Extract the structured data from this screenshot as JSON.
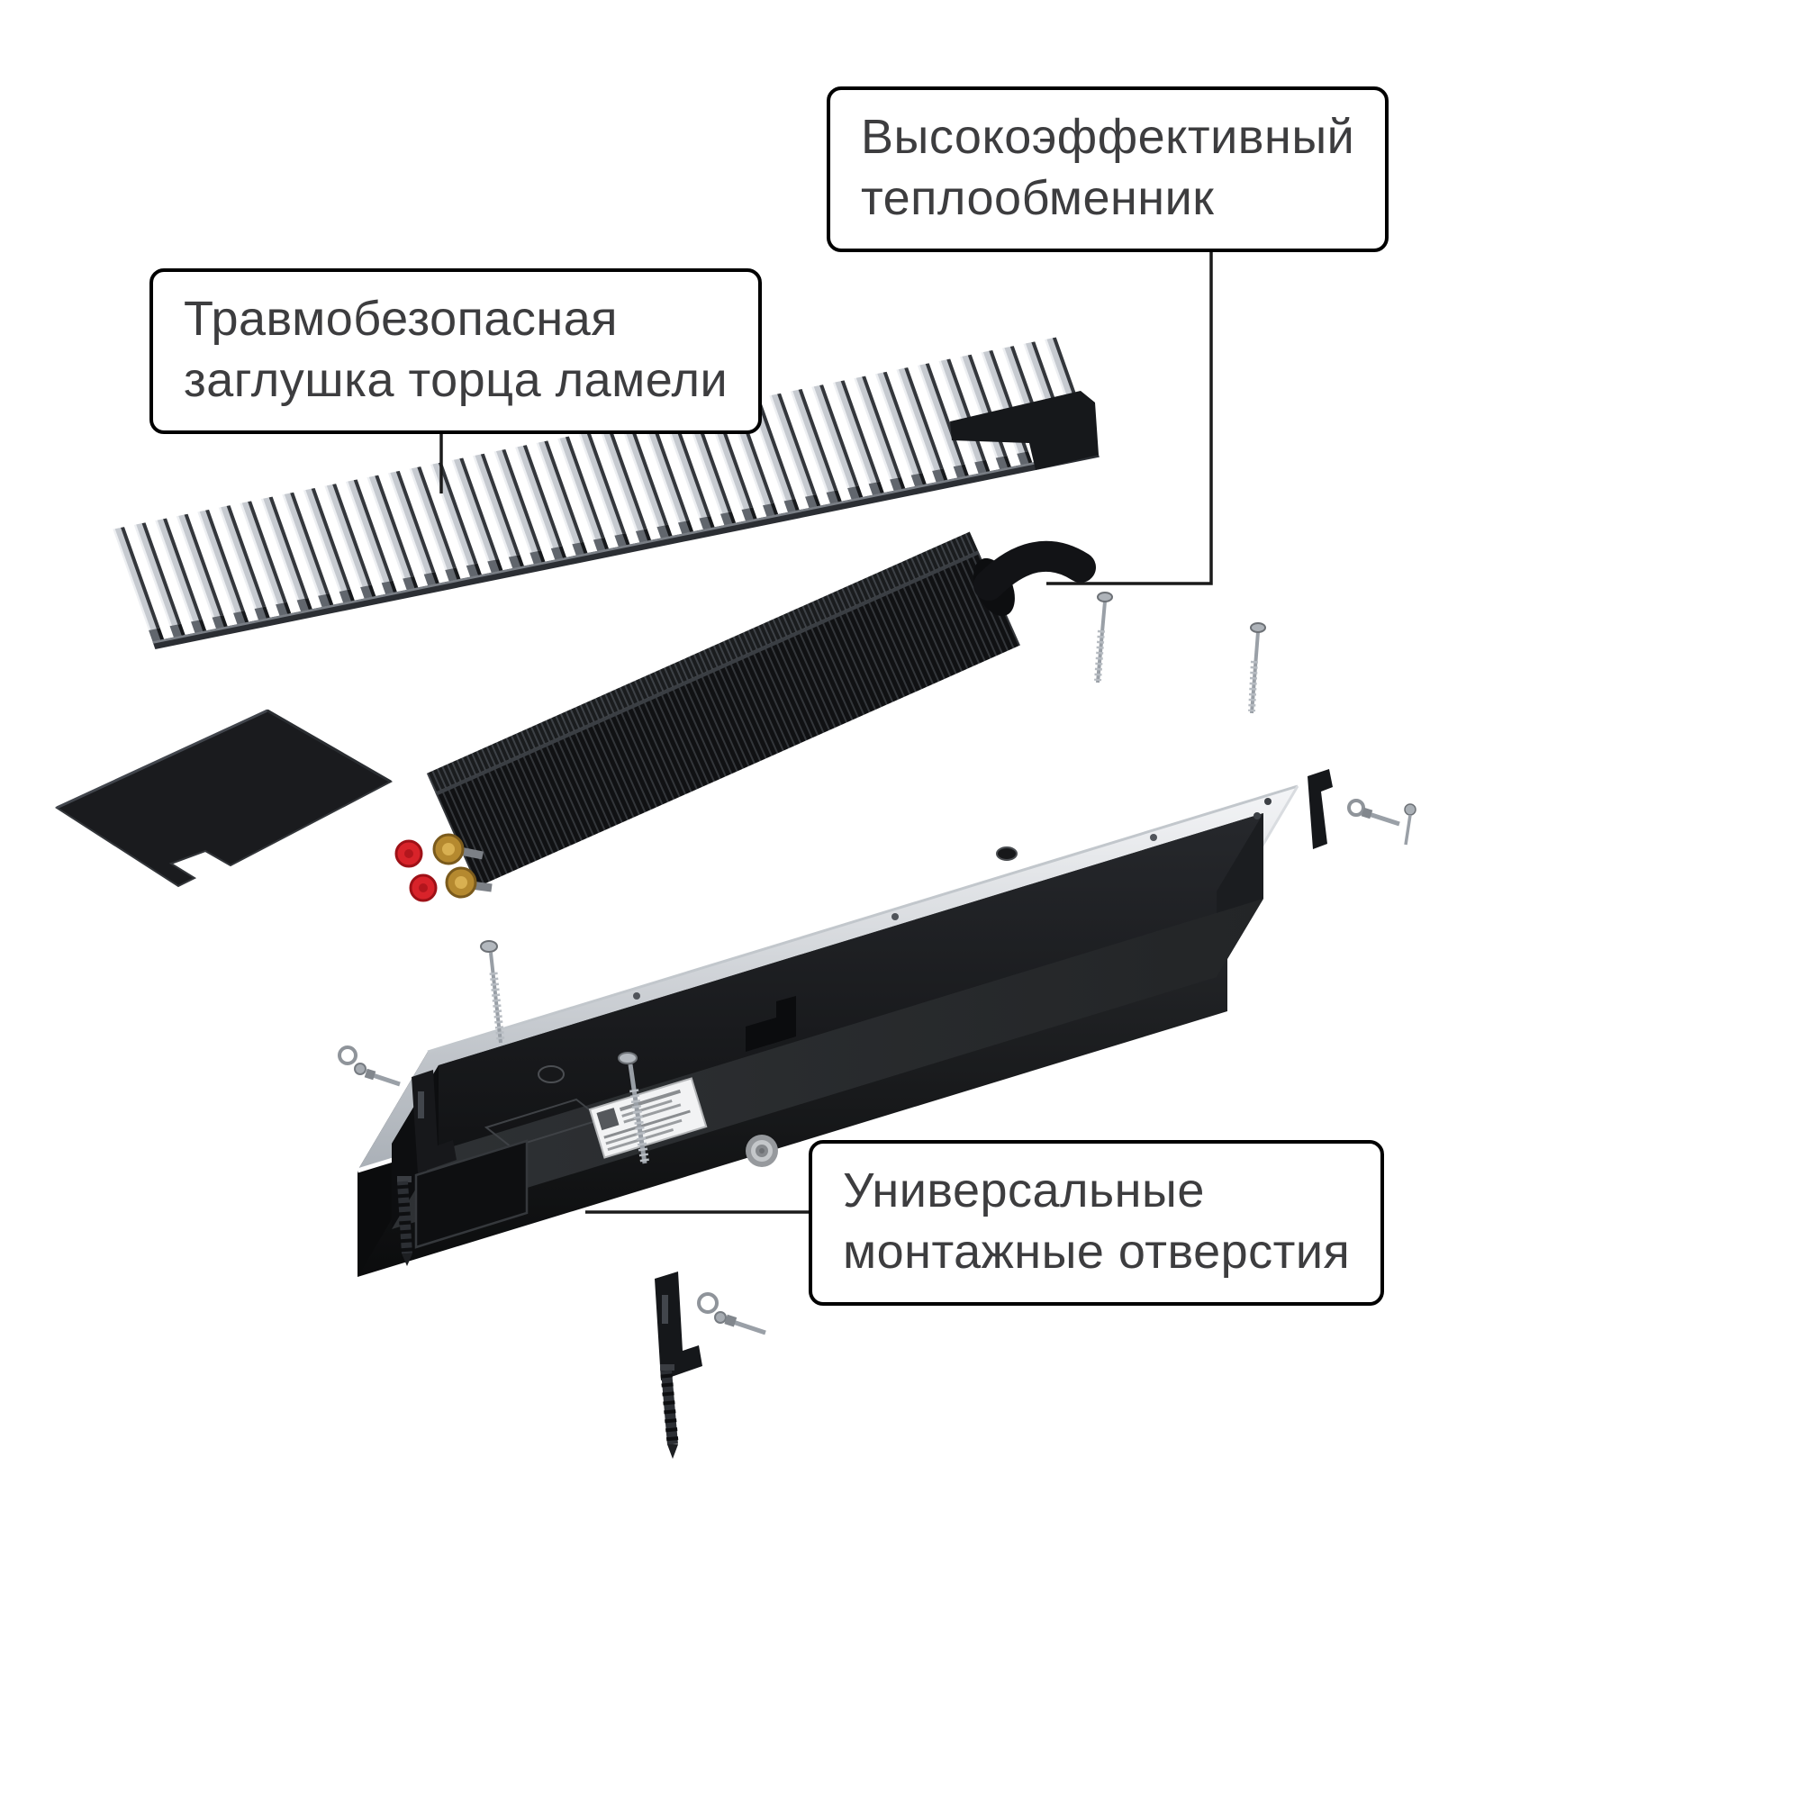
{
  "callouts": {
    "heat_exchanger": {
      "line1": "Высокоэффективный",
      "line2": "теплообменник"
    },
    "lamella_end_cap": {
      "line1": "Травмобезопасная",
      "line2": "заглушка торца ламели"
    },
    "mounting_holes": {
      "line1": "Универсальные",
      "line2": "монтажные отверстия"
    }
  },
  "colors": {
    "background": "#ffffff",
    "callout_border": "#000000",
    "callout_text": "#3d3d3f",
    "leader_line": "#1b1b1b",
    "grille_slat_silver": "#c6cad0",
    "grille_slat_shadow": "#33363b",
    "heat_exchanger_black": "#101113",
    "trench_body_black": "#121316",
    "trench_rim_silver": "#e9ebee",
    "valve_brass": "#b5892f",
    "cap_red": "#d8232a"
  }
}
